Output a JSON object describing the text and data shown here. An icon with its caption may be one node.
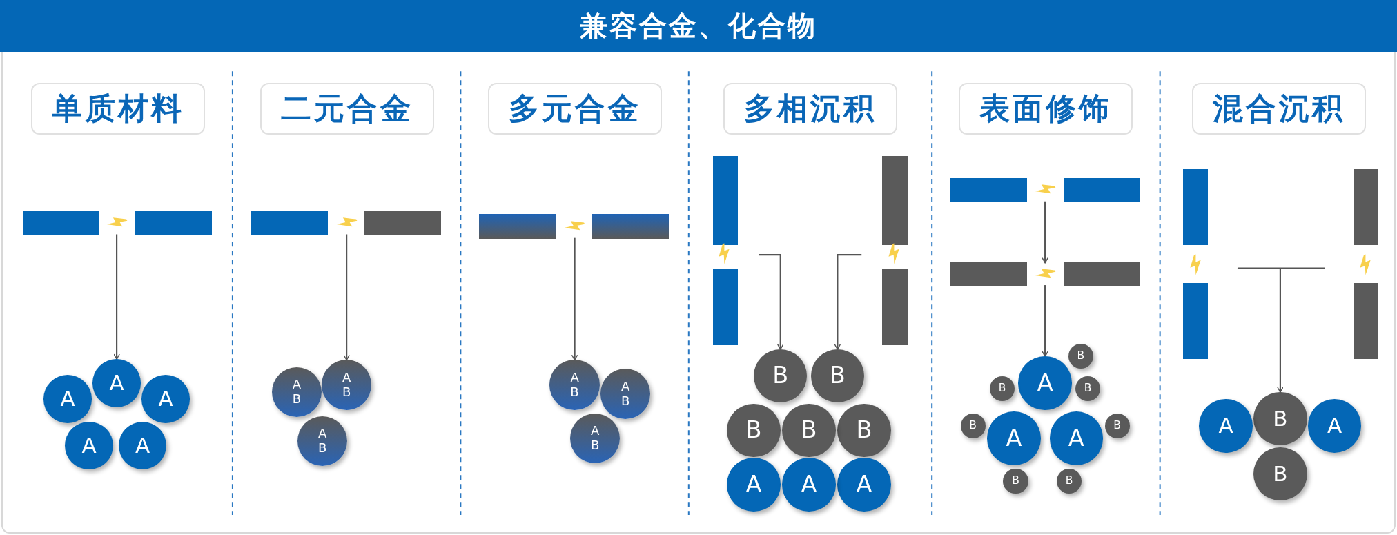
{
  "diagram": {
    "title": "兼容合金、化合物",
    "nodes": [
      {
        "text": [
          "单质材料"
        ]
      },
      {
        "text": [],
        "shape": "bar"
      },
      {
        "text": [],
        "shape": "lightning"
      },
      {
        "text": [],
        "shape": "bar"
      },
      {
        "text": [
          "A"
        ]
      },
      {
        "text": [
          "A"
        ]
      },
      {
        "text": [
          "A"
        ]
      },
      {
        "text": [
          "A"
        ]
      },
      {
        "text": [
          "A"
        ]
      },
      {
        "text": [
          "二元合金"
        ]
      },
      {
        "text": [],
        "shape": "bar"
      },
      {
        "text": [],
        "shape": "lightning"
      },
      {
        "text": [],
        "shape": "bar"
      },
      {
        "text": [
          "A B"
        ]
      },
      {
        "text": [
          "A B"
        ]
      },
      {
        "text": [
          "A B"
        ]
      },
      {
        "text": [
          "多元合金"
        ]
      },
      {
        "text": [],
        "shape": "bar"
      },
      {
        "text": [],
        "shape": "lightning"
      },
      {
        "text": [],
        "shape": "bar"
      },
      {
        "text": [
          "A B"
        ]
      },
      {
        "text": [
          "A B"
        ]
      },
      {
        "text": [
          "A B"
        ]
      },
      {
        "text": [
          "多相沉积"
        ]
      },
      {
        "text": [],
        "shape": "bar"
      },
      {
        "text": [],
        "shape": "bar"
      },
      {
        "text": [],
        "shape": "lightning"
      },
      {
        "text": [],
        "shape": "lightning"
      },
      {
        "text": [],
        "shape": "bar"
      },
      {
        "text": [],
        "shape": "bar"
      },
      {
        "text": [
          "B"
        ]
      },
      {
        "text": [
          "B"
        ]
      },
      {
        "text": [
          "B"
        ]
      },
      {
        "text": [
          "B"
        ]
      },
      {
        "text": [
          "B"
        ]
      },
      {
        "text": [
          "A"
        ]
      },
      {
        "text": [
          "A"
        ]
      },
      {
        "text": [
          "A"
        ]
      },
      {
        "text": [
          "表面修饰"
        ]
      },
      {
        "text": [],
        "shape": "bar"
      },
      {
        "text": [],
        "shape": "lightning"
      },
      {
        "text": [],
        "shape": "bar"
      },
      {
        "text": [],
        "shape": "bar"
      },
      {
        "text": [],
        "shape": "lightning"
      },
      {
        "text": [],
        "shape": "bar"
      },
      {
        "text": [
          "B"
        ]
      },
      {
        "text": [
          "A"
        ]
      },
      {
        "text": [
          "B"
        ]
      },
      {
        "text": [
          "B"
        ]
      },
      {
        "text": [
          "B"
        ]
      },
      {
        "text": [
          "B"
        ]
      },
      {
        "text": [
          "A"
        ]
      },
      {
        "text": [
          "A"
        ]
      },
      {
        "text": [
          "B"
        ]
      },
      {
        "text": [
          "B"
        ]
      },
      {
        "text": [
          "混合沉积"
        ]
      },
      {
        "text": [],
        "shape": "bar"
      },
      {
        "text": [],
        "shape": "bar"
      },
      {
        "text": [],
        "shape": "lightning"
      },
      {
        "text": [],
        "shape": "lightning"
      },
      {
        "text": [],
        "shape": "bar"
      },
      {
        "text": [],
        "shape": "bar"
      },
      {
        "text": [
          "B"
        ]
      },
      {
        "text": [
          "A"
        ]
      },
      {
        "text": [
          "A"
        ]
      },
      {
        "text": [
          "B"
        ]
      }
    ],
    "edges": [
      {
        "from": 2,
        "to": 4,
        "arrow": "to"
      },
      {
        "from": 11,
        "to": 14,
        "arrow": "to"
      },
      {
        "from": 18,
        "to": 20,
        "arrow": "to"
      },
      {
        "from": null,
        "to": 31,
        "arrow": "to"
      },
      {
        "from": null,
        "to": 30,
        "arrow": "to"
      },
      {
        "from": 40,
        "to": 43,
        "arrow": "to"
      },
      {
        "from": 43,
        "to": 46,
        "arrow": "to"
      },
      {
        "from": null,
        "to": 62,
        "arrow": "to"
      }
    ]
  }
}
